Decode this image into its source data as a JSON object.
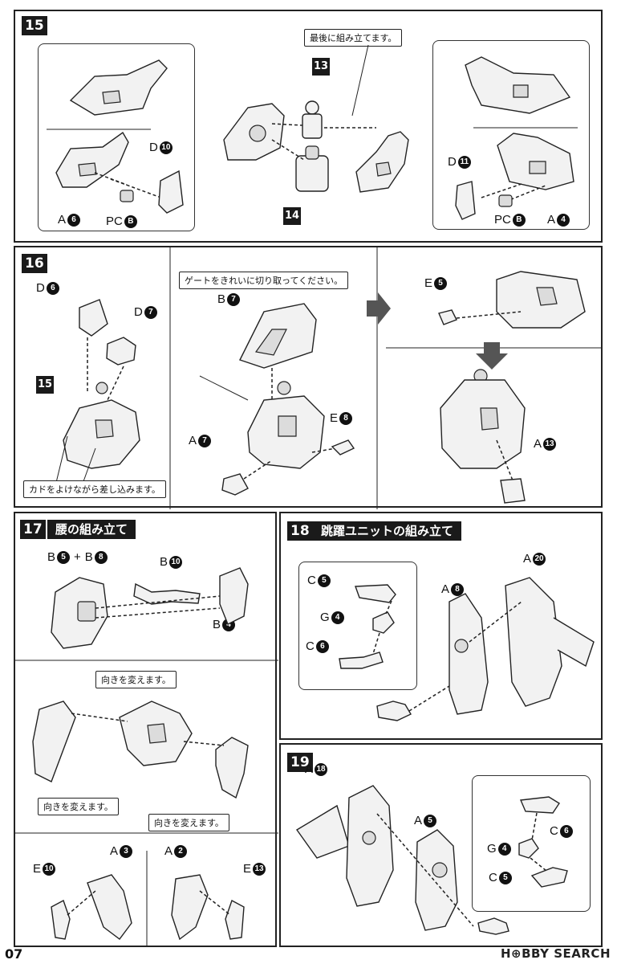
{
  "page_number": "07",
  "watermark": "H⊕BBY SEARCH",
  "steps": {
    "s15": {
      "number": "15",
      "callout": "最後に組み立てます。",
      "sub_numbers": [
        "13",
        "14"
      ],
      "left_labels": [
        {
          "letter": "A",
          "num": "6"
        },
        {
          "letter": "PC",
          "num": "B"
        },
        {
          "letter": "D",
          "num": "10"
        }
      ],
      "right_labels": [
        {
          "letter": "D",
          "num": "11"
        },
        {
          "letter": "PC",
          "num": "B"
        },
        {
          "letter": "A",
          "num": "4"
        }
      ]
    },
    "s16": {
      "number": "16",
      "ref": "15",
      "callout_gate": "ゲートをきれいに切り取ってください。",
      "callout_insert": "カドをよけながら差し込みます。",
      "labels": [
        {
          "letter": "D",
          "num": "6"
        },
        {
          "letter": "D",
          "num": "7"
        },
        {
          "letter": "B",
          "num": "7"
        },
        {
          "letter": "A",
          "num": "7"
        },
        {
          "letter": "E",
          "num": "8"
        },
        {
          "letter": "E",
          "num": "5"
        },
        {
          "letter": "A",
          "num": "13"
        }
      ]
    },
    "s17": {
      "number": "17",
      "title": "腰の組み立て",
      "label_b5": {
        "letter": "B",
        "num": "5"
      },
      "plus": "+",
      "label_b8": {
        "letter": "B",
        "num": "8"
      },
      "label_b10": {
        "letter": "B",
        "num": "10"
      },
      "label_b4": {
        "letter": "B",
        "num": "4"
      },
      "callout_turn_1": "向きを変えます。",
      "callout_turn_2": "向きを変えます。",
      "callout_turn_3": "向きを変えます。",
      "label_e10": {
        "letter": "E",
        "num": "10"
      },
      "label_a3": {
        "letter": "A",
        "num": "3"
      },
      "label_a2": {
        "letter": "A",
        "num": "2"
      },
      "label_e13": {
        "letter": "E",
        "num": "13"
      }
    },
    "s18": {
      "number": "18",
      "title": "跳躍ユニットの組み立て",
      "labels": [
        {
          "letter": "C",
          "num": "5"
        },
        {
          "letter": "G",
          "num": "4"
        },
        {
          "letter": "C",
          "num": "6"
        },
        {
          "letter": "A",
          "num": "8"
        },
        {
          "letter": "A",
          "num": "20"
        }
      ]
    },
    "s19": {
      "number": "19",
      "labels": [
        {
          "letter": "A",
          "num": "18"
        },
        {
          "letter": "A",
          "num": "5"
        },
        {
          "letter": "C",
          "num": "6"
        },
        {
          "letter": "G",
          "num": "4"
        },
        {
          "letter": "C",
          "num": "5"
        }
      ]
    }
  }
}
